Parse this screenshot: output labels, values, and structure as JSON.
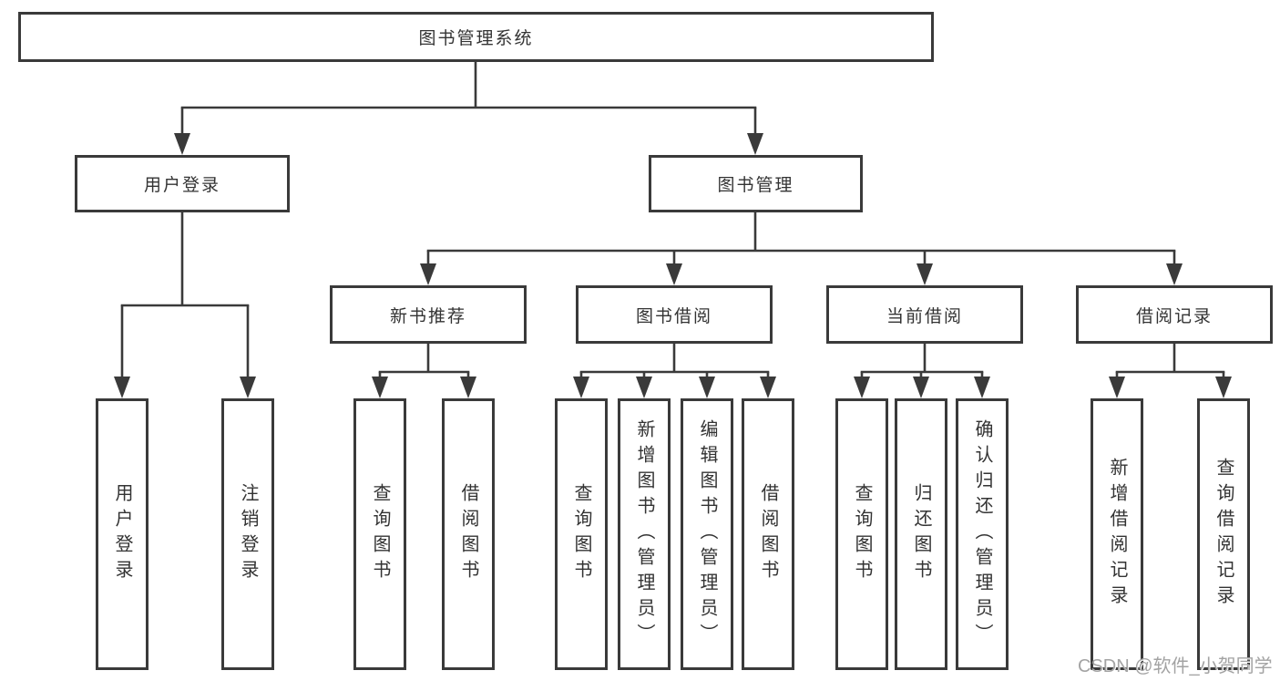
{
  "tree": {
    "label": "图书管理系统",
    "children": [
      {
        "label": "用户登录",
        "children": [
          {
            "label": "用户登录"
          },
          {
            "label": "注销登录"
          }
        ]
      },
      {
        "label": "图书管理",
        "children": [
          {
            "label": "新书推荐",
            "children": [
              {
                "label": "查询图书"
              },
              {
                "label": "借阅图书"
              }
            ]
          },
          {
            "label": "图书借阅",
            "children": [
              {
                "label": "查询图书"
              },
              {
                "label": "新增图书（管理员）"
              },
              {
                "label": "编辑图书（管理员）"
              },
              {
                "label": "借阅图书"
              }
            ]
          },
          {
            "label": "当前借阅",
            "children": [
              {
                "label": "查询图书"
              },
              {
                "label": "归还图书"
              },
              {
                "label": "确认归还（管理员）"
              }
            ]
          },
          {
            "label": "借阅记录",
            "children": [
              {
                "label": "新增借阅记录"
              },
              {
                "label": "查询借阅记录"
              }
            ]
          }
        ]
      }
    ]
  },
  "watermark": "CSDN @软件_小贺同学",
  "colors": {
    "line": "#3a3a3a",
    "box_border": "#3a3a3a",
    "text": "#333333",
    "watermark": "#a3a3a3",
    "background": "#ffffff"
  }
}
